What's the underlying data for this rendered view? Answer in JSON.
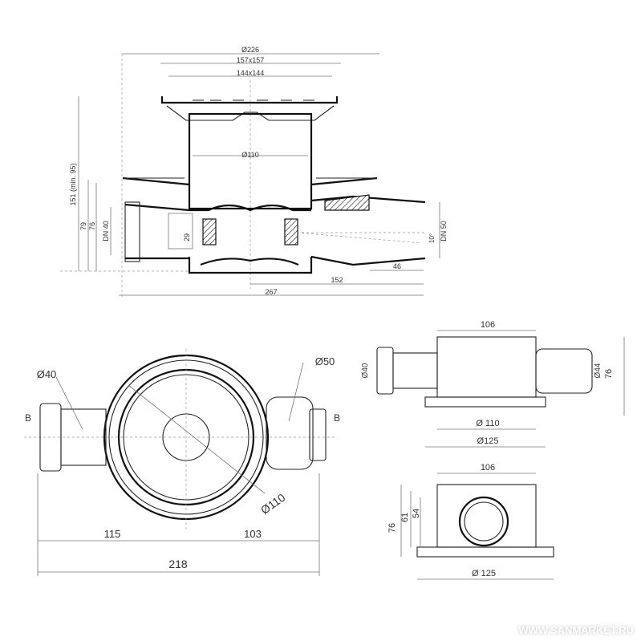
{
  "section_view": {
    "dia_226": "Ø226",
    "grate_157": "157x157",
    "grate_144": "144x144",
    "dia_110": "Ø110",
    "height_151": "151 (min. 95)",
    "h_79": "79",
    "h_76": "76",
    "dn_40": "DN 40",
    "h_29": "29",
    "angle_10": "10°",
    "dn_50": "DN 50",
    "l_46": "46",
    "l_152": "152",
    "l_267": "267"
  },
  "plan_view": {
    "dia_40": "Ø40",
    "dia_50": "Ø50",
    "section_left": "B",
    "section_right": "B",
    "dia_110": "Ø110",
    "l_115": "115",
    "l_103": "103",
    "l_218": "218"
  },
  "side_view": {
    "w_106": "106",
    "dia_40": "Ø40",
    "dia_44": "Ø44",
    "h_76": "76",
    "dia_110": "Ø 110",
    "dia_125": "Ø125"
  },
  "front_view": {
    "w_106": "106",
    "h_54": "54",
    "h_61": "61",
    "h_76": "76",
    "dia_125": "Ø 125"
  },
  "watermark": "WWW.SANMARKET.RU"
}
